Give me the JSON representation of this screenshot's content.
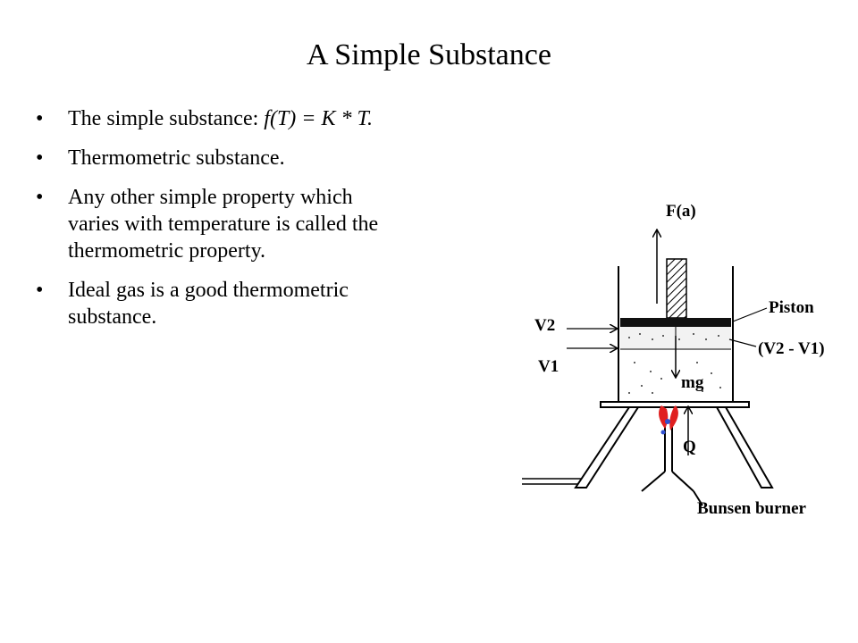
{
  "slide": {
    "title": "A Simple Substance",
    "bullets": [
      {
        "text": "The simple substance: ",
        "formula": "f(T) = K * T."
      },
      {
        "text": "Thermometric substance.",
        "formula": ""
      },
      {
        "text": "Any other simple property which\nvaries with temperature is called the\nthermometric property.",
        "formula": ""
      },
      {
        "text": "Ideal gas is a good thermometric\nsubstance.",
        "formula": ""
      }
    ],
    "bullet_glyph": "•"
  },
  "diagram": {
    "labels": {
      "force": "F(a)",
      "piston": "Piston",
      "v2": "V2",
      "v1": "V1",
      "delta": "(V2 - V1)",
      "mg": "mg",
      "heat": "Q",
      "burner": "Bunsen burner"
    },
    "colors": {
      "flame_red": "#e02020",
      "flame_blue": "#3050d0"
    }
  }
}
